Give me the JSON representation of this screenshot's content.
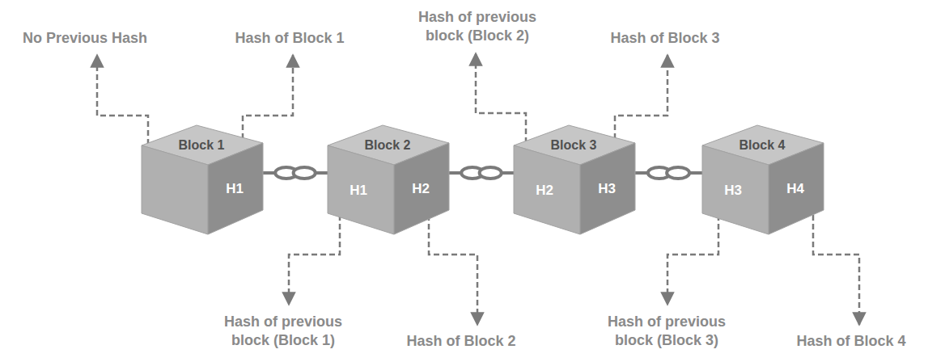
{
  "diagram": {
    "nodes": [
      {
        "text": [
          "Block 1",
          "H1"
        ]
      },
      {
        "text": [
          "Block 2",
          "H1",
          "H2"
        ]
      },
      {
        "text": [
          "Block 3",
          "H2",
          "H3"
        ]
      },
      {
        "text": [
          "Block 4",
          "H3",
          "H4"
        ]
      }
    ],
    "edges": [
      {
        "from": 0,
        "to": 1,
        "arrow": "none"
      },
      {
        "from": 1,
        "to": 2,
        "arrow": "none"
      },
      {
        "from": 2,
        "to": 3,
        "arrow": "none"
      }
    ],
    "labels": [
      "No Previous Hash",
      "Hash of Block 1",
      "Hash of previous block (Block 2)",
      "Hash of Block 3",
      "Hash of previous block (Block 1)",
      "Hash of Block 2",
      "Hash of previous block (Block 3)",
      "Hash of Block 4"
    ]
  }
}
